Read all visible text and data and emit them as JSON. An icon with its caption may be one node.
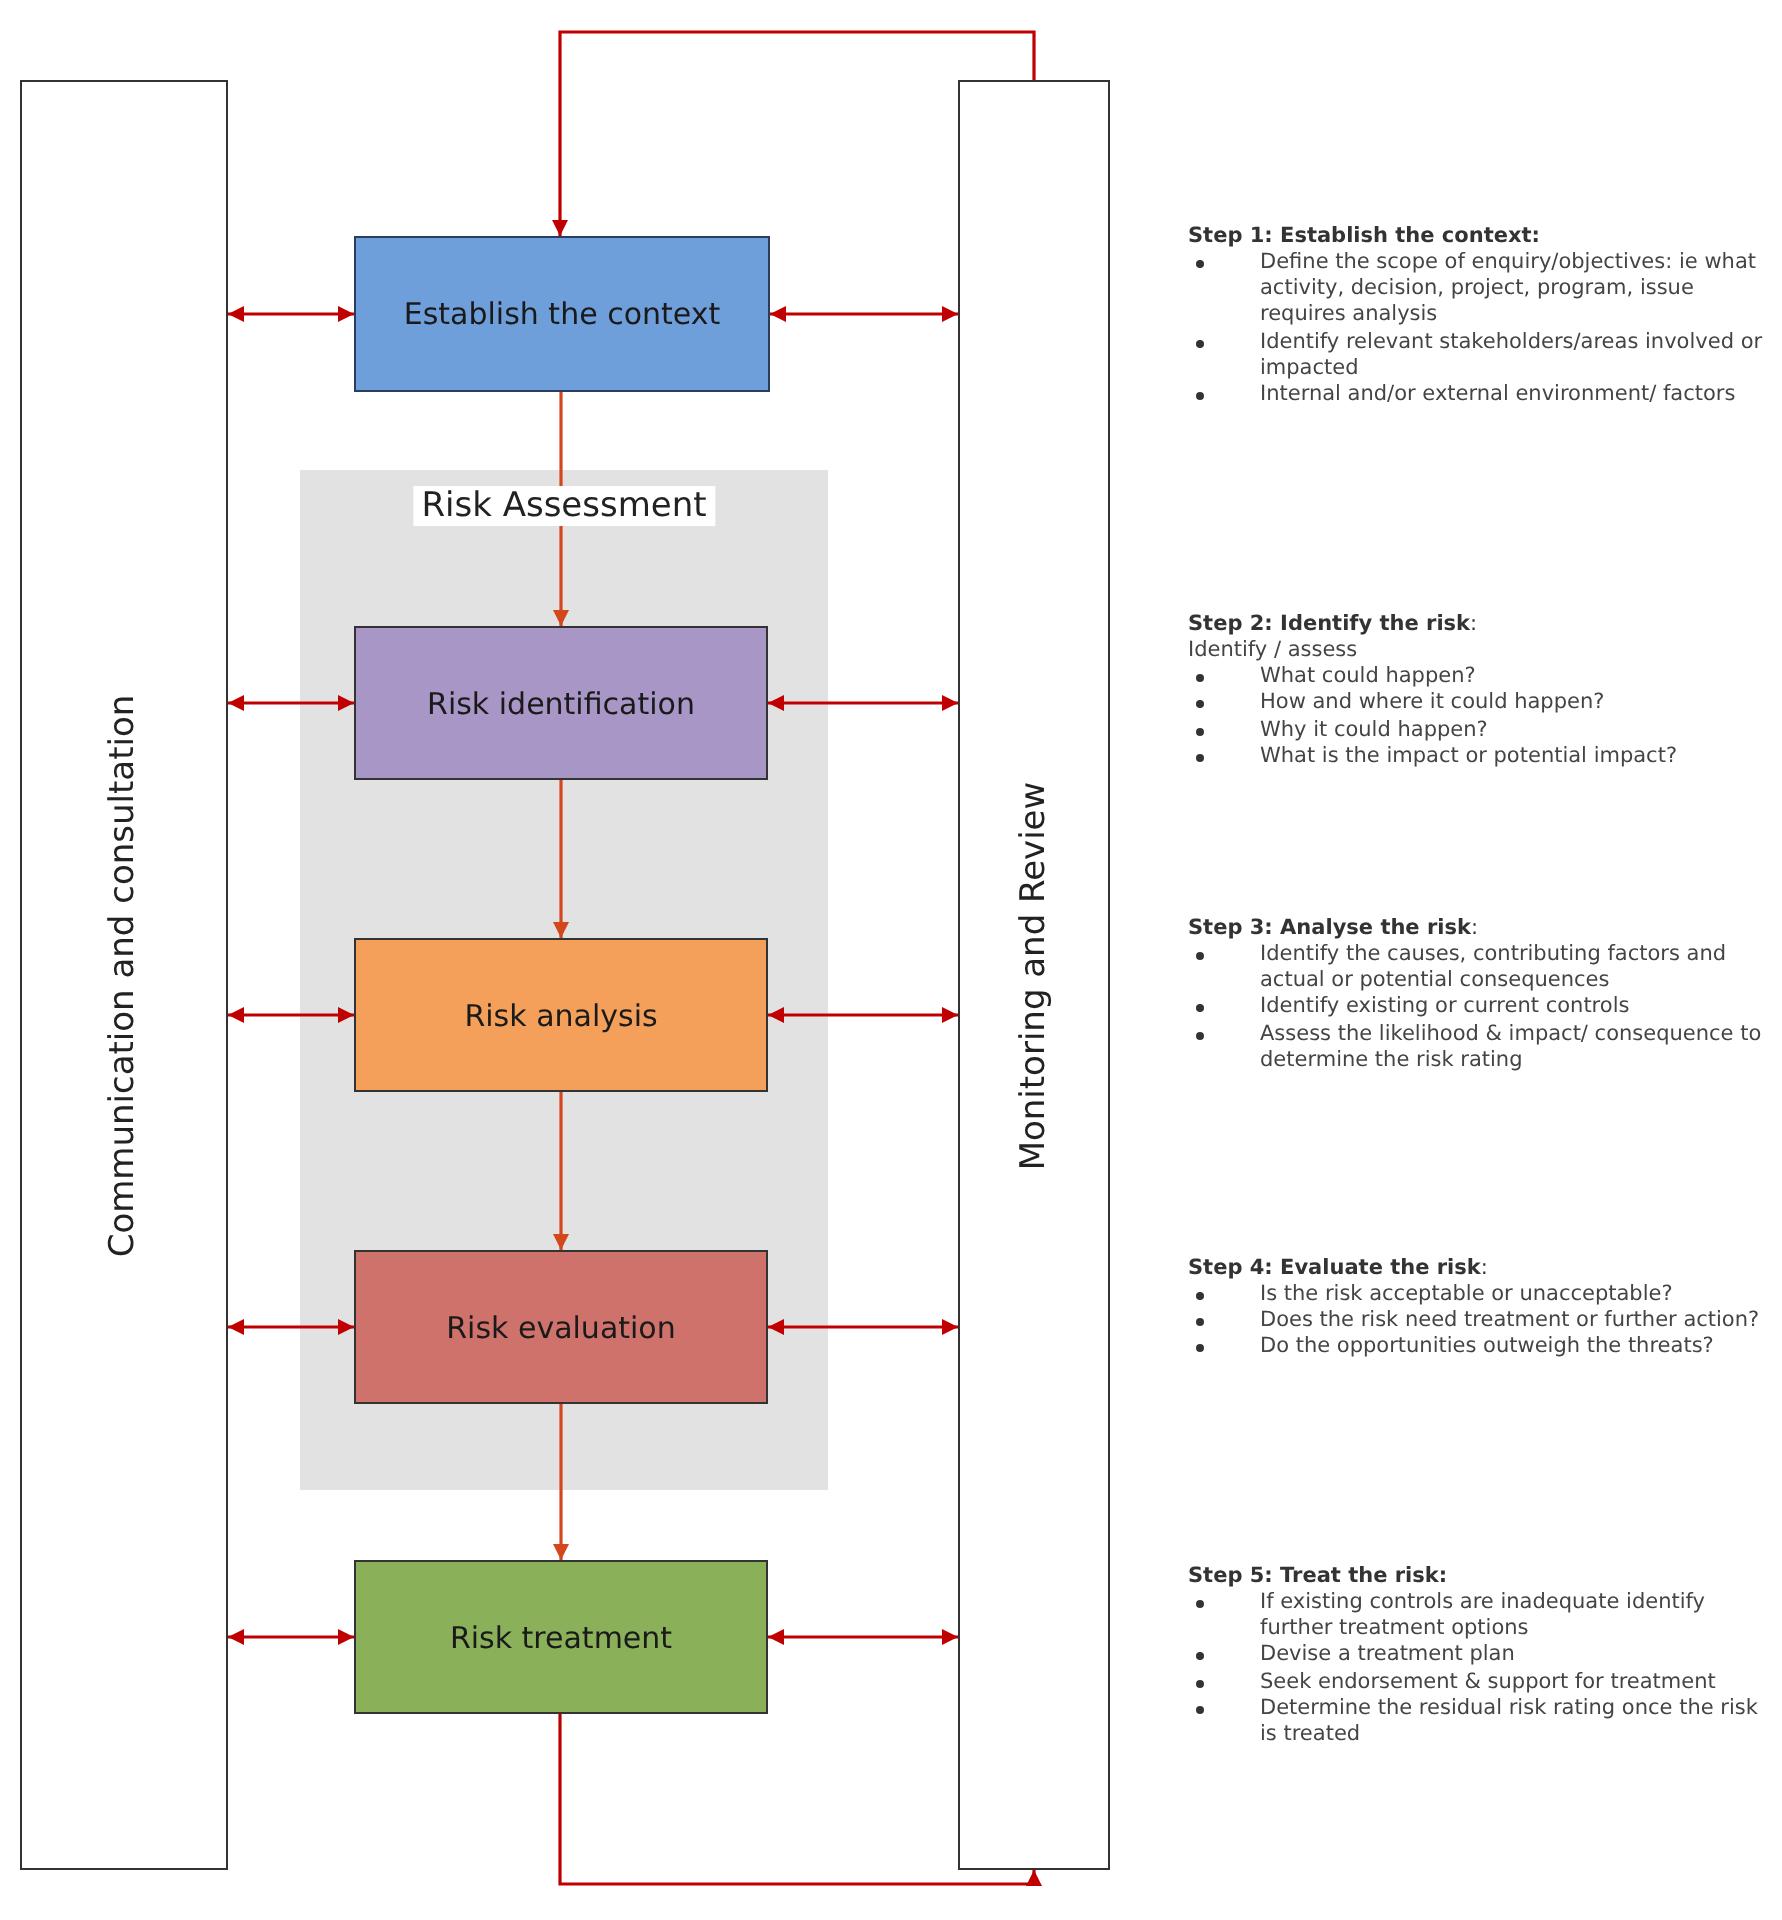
{
  "diagram": {
    "nodes": [
      {
        "text": [
          "Communication and consultation"
        ]
      },
      {
        "text": [
          "Monitoring and Review"
        ]
      },
      {
        "text": [
          "Establish the context"
        ]
      },
      {
        "text": [
          "Risk Assessment"
        ]
      },
      {
        "text": [
          "Risk identification"
        ],
        "in": 3
      },
      {
        "text": [
          "Risk analysis"
        ],
        "in": 3
      },
      {
        "text": [
          "Risk evaluation"
        ],
        "in": 3
      },
      {
        "text": [
          "Risk treatment"
        ]
      }
    ],
    "edges": [
      {
        "from": 1,
        "to": 2,
        "arrow": "to"
      },
      {
        "from": 0,
        "to": 2,
        "arrow": "both"
      },
      {
        "from": 2,
        "to": 1,
        "arrow": "both"
      },
      {
        "from": 2,
        "to": 4,
        "arrow": "to",
        "color": "#d4461c"
      },
      {
        "from": 0,
        "to": 4,
        "arrow": "both"
      },
      {
        "from": 4,
        "to": 1,
        "arrow": "both"
      },
      {
        "from": 4,
        "to": 5,
        "arrow": "to",
        "color": "#d4461c"
      },
      {
        "from": 0,
        "to": 5,
        "arrow": "both"
      },
      {
        "from": 5,
        "to": 1,
        "arrow": "both"
      },
      {
        "from": 5,
        "to": 6,
        "arrow": "to",
        "color": "#d4461c"
      },
      {
        "from": 0,
        "to": 6,
        "arrow": "both"
      },
      {
        "from": 6,
        "to": 1,
        "arrow": "both"
      },
      {
        "from": 6,
        "to": 7,
        "arrow": "to",
        "color": "#d4461c"
      },
      {
        "from": 0,
        "to": 7,
        "arrow": "both"
      },
      {
        "from": 7,
        "to": 1,
        "arrow": "both"
      },
      {
        "from": 7,
        "to": 1,
        "arrow": "to"
      }
    ],
    "labels": [
      "Step 1: Establish the context:",
      "Define the scope of enquiry/objectives: ie what activity, decision, project, program, issue requires analysis",
      "Identify relevant stakeholders/areas involved or impacted",
      "Internal and/or external environment/ factors",
      "**Step 2: Identify the risk**:",
      "Identify / assess",
      "What could happen?",
      "How and where it could happen?",
      "Why it could happen?",
      "What is the impact or potential impact?",
      "**Step 3: Analyse the risk**:",
      "Identify the causes, contributing factors and actual or potential consequences",
      "Identify existing or current controls",
      "Assess the likelihood & impact/ consequence to determine the risk rating",
      "**Step 4: Evaluate the risk**:",
      "Is the risk acceptable or unacceptable?",
      "Does the risk need treatment or further action?",
      "Do the opportunities outweigh the threats?",
      "Step 5: Treat the risk:",
      "If existing controls are inadequate identify further treatment options",
      "Devise a treatment plan",
      "Seek endorsement & support for treatment",
      "Determine the residual risk rating once the risk is treated"
    ]
  }
}
